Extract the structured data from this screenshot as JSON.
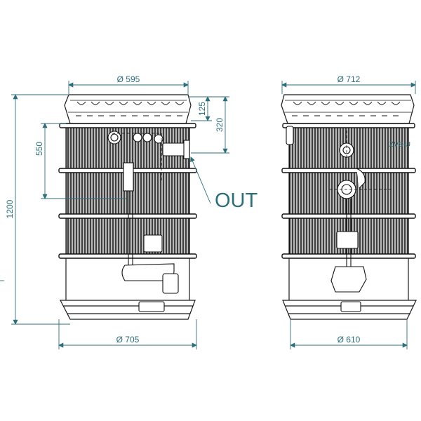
{
  "left_view": {
    "top_diameter": "Ø 595",
    "bottom_diameter": "Ø 705",
    "height_total": "1200",
    "height_550": "550",
    "height_125": "125",
    "height_320": "320",
    "out_label": "OUT"
  },
  "right_view": {
    "top_diameter": "Ø 712",
    "bottom_diameter": "Ø 610",
    "side_tag": "ZVS-U"
  },
  "colors": {
    "dimension": "#2c6e7a",
    "ink": "#1a1a1a",
    "background": "#ffffff"
  }
}
